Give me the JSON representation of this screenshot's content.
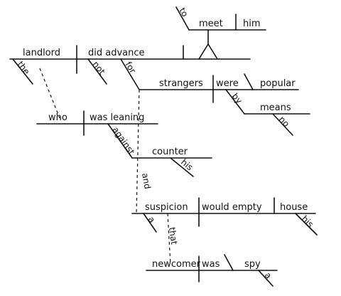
{
  "words": {
    "landlord": "landlord",
    "did_advance": "did advance",
    "the": "the",
    "not": "not",
    "for": "for",
    "to": "to",
    "meet": "meet",
    "him": "him",
    "strangers": "strangers",
    "were": "were",
    "popular": "popular",
    "by": "by",
    "means": "means",
    "no": "no",
    "who": "who",
    "was_leaning": "was leaning",
    "against": "against",
    "counter": "counter",
    "his_1": "his",
    "and": "and",
    "suspicion": "suspicion",
    "would_empty": "would empty",
    "house": "house",
    "a_1": "a",
    "his_2": "his",
    "that": "that",
    "newcomer": "newcomer",
    "was": "was",
    "spy": "spy",
    "a_2": "a"
  }
}
